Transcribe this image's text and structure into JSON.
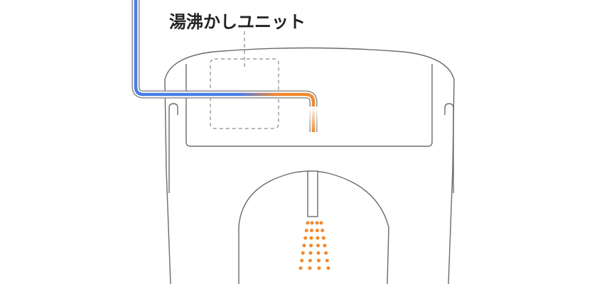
{
  "diagram": {
    "label": "湯沸かしユニット",
    "colors": {
      "outline": "#6b6b6b",
      "dashed_box": "#8a8a8a",
      "cold_water": "#4a7fe8",
      "hot_water": "#f2892e",
      "spray": "#f2892e",
      "text": "#222222"
    },
    "icons": [
      "toilet-seat-outline",
      "water-pipe",
      "heater-unit",
      "nozzle",
      "water-spray"
    ]
  }
}
